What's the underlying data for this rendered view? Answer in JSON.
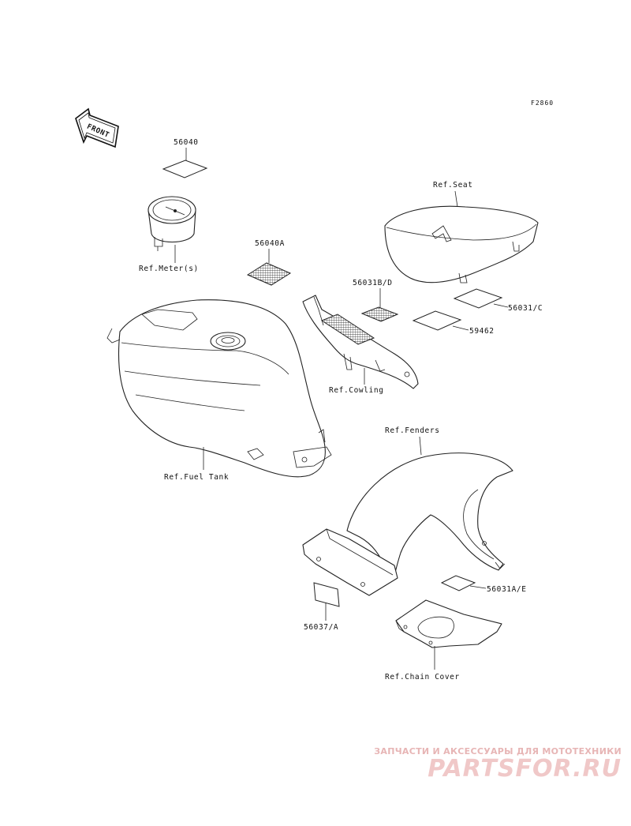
{
  "figure_code": "F2860",
  "direction_arrow": {
    "label": "FRONT",
    "icon": "front-arrow-icon"
  },
  "callouts": {
    "decal_56040": "56040",
    "decal_56040a": "56040A",
    "decal_56031bd": "56031B/D",
    "decal_56031c": "56031/C",
    "decal_59462": "59462",
    "decal_56031ae": "56031A/E",
    "decal_56037a": "56037/A",
    "ref_meter": "Ref.Meter(s)",
    "ref_seat": "Ref.Seat",
    "ref_cowling": "Ref.Cowling",
    "ref_fuel_tank": "Ref.Fuel Tank",
    "ref_fenders": "Ref.Fenders",
    "ref_chain_cover": "Ref.Chain Cover"
  },
  "watermark": {
    "tagline": "ЗАПЧАСТИ И АКСЕССУАРЫ ДЛЯ МОТОТЕХНИКИ",
    "logo": "PARTSFOR.RU",
    "color": "#e7b5b5"
  }
}
